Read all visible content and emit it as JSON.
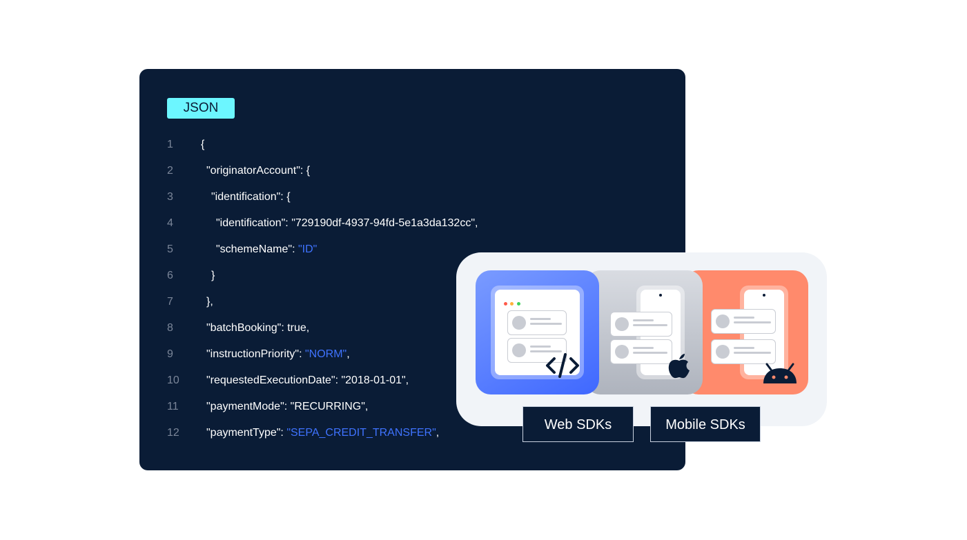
{
  "code_panel": {
    "language_badge": "JSON",
    "lines": [
      {
        "num": "1",
        "segments": [
          {
            "t": "{"
          }
        ]
      },
      {
        "num": "2",
        "segments": [
          {
            "t": "\"originatorAccount\": {"
          }
        ]
      },
      {
        "num": "3",
        "segments": [
          {
            "t": "\"identification\": {"
          }
        ]
      },
      {
        "num": "4",
        "segments": [
          {
            "t": "\"identification\": \"729190df-4937-94fd-5e1a3da132cc\","
          }
        ]
      },
      {
        "num": "5",
        "segments": [
          {
            "t": "\"schemeName\": "
          },
          {
            "t": "\"ID\"",
            "c": "blue"
          }
        ]
      },
      {
        "num": "6",
        "segments": [
          {
            "t": "}"
          }
        ]
      },
      {
        "num": "7",
        "segments": [
          {
            "t": "},"
          }
        ]
      },
      {
        "num": "8",
        "segments": [
          {
            "t": "\"batchBooking\": true,"
          }
        ]
      },
      {
        "num": "9",
        "segments": [
          {
            "t": "\"instructionPriority\": "
          },
          {
            "t": "\"NORM\"",
            "c": "blue"
          },
          {
            "t": ","
          }
        ]
      },
      {
        "num": "10",
        "segments": [
          {
            "t": "\"requestedExecutionDate\": \"2018-01-01\","
          }
        ]
      },
      {
        "num": "11",
        "segments": [
          {
            "t": "\"paymentMode\": \"RECURRING\","
          }
        ]
      },
      {
        "num": "12",
        "segments": [
          {
            "t": "\"paymentType\": "
          },
          {
            "t": "\"SEPA_CREDIT_TRANSFER\"",
            "c": "blue"
          },
          {
            "t": ","
          }
        ]
      }
    ]
  },
  "sdk_panel": {
    "web_label": "Web SDKs",
    "mobile_label": "Mobile SDKs",
    "icons": {
      "web": "code-brackets-icon",
      "ios": "apple-icon",
      "android": "android-icon"
    }
  },
  "colors": {
    "panel_bg": "#0a1c36",
    "badge": "#6cf6ff",
    "string_blue": "#3f73ff",
    "web_card": "#3f68ff",
    "android_card": "#ff8a6c"
  }
}
